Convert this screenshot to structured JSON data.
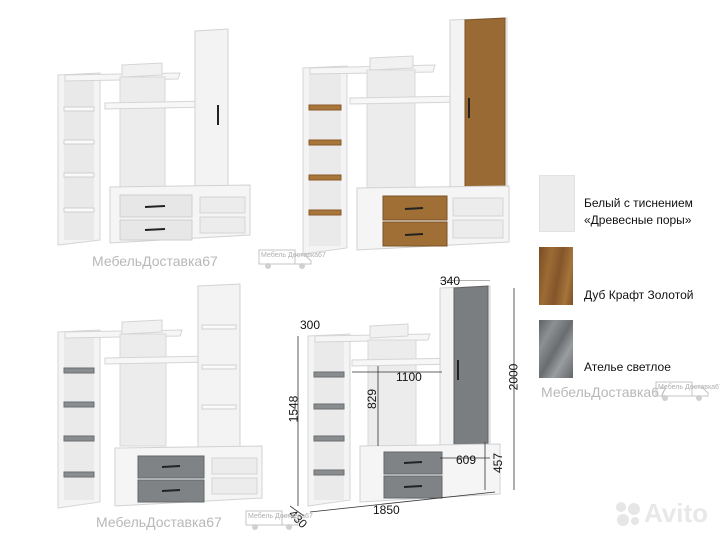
{
  "swatches": [
    {
      "label_line1": "Белый с тиснением",
      "label_line2": "«Древесные поры»",
      "color": "#ececec"
    },
    {
      "label": "Дуб Крафт Золотой",
      "color": "#8a5a2b"
    },
    {
      "label": "Ателье светлое",
      "color": "#6f7275"
    }
  ],
  "brand": {
    "text": "МебельДоставка67",
    "truck_text": "Мебель Доставка67"
  },
  "dimensions": {
    "w340": "340",
    "w300": "300",
    "w1100": "1100",
    "h829": "829",
    "h1548": "1548",
    "h2000": "2000",
    "w609": "609",
    "h457": "457",
    "w1850": "1850",
    "d430": "430"
  },
  "watermark": {
    "text": "Avito"
  },
  "colors": {
    "white_panel": "#f3f3f3",
    "white_edge": "#d7d7d7",
    "oak": "#9a6a34",
    "concrete": "#7b7e81",
    "handle": "#222222"
  }
}
